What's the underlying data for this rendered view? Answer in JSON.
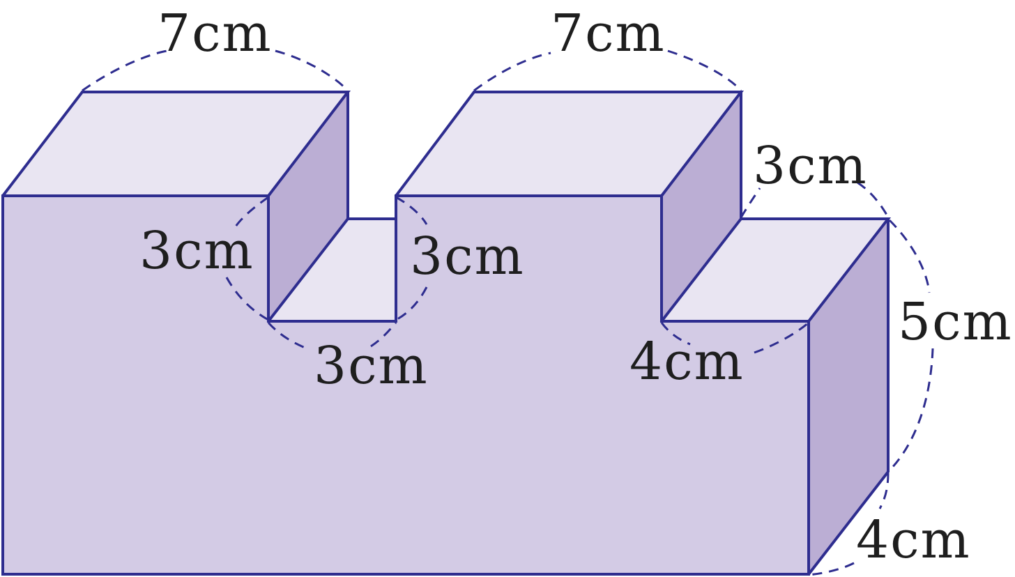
{
  "labels": {
    "top_left_width": "7cm",
    "top_right_width": "7cm",
    "notch_left_height": "3cm",
    "notch_right_height": "3cm",
    "notch_bottom_width": "3cm",
    "step_depth_top": "3cm",
    "step_width": "4cm",
    "right_height": "5cm",
    "base_depth": "4cm"
  },
  "colors": {
    "edge": "#2e2d8f",
    "front_face": "#d3cbe5",
    "top_face": "#e9e5f2",
    "side_face": "#bbaed4"
  }
}
